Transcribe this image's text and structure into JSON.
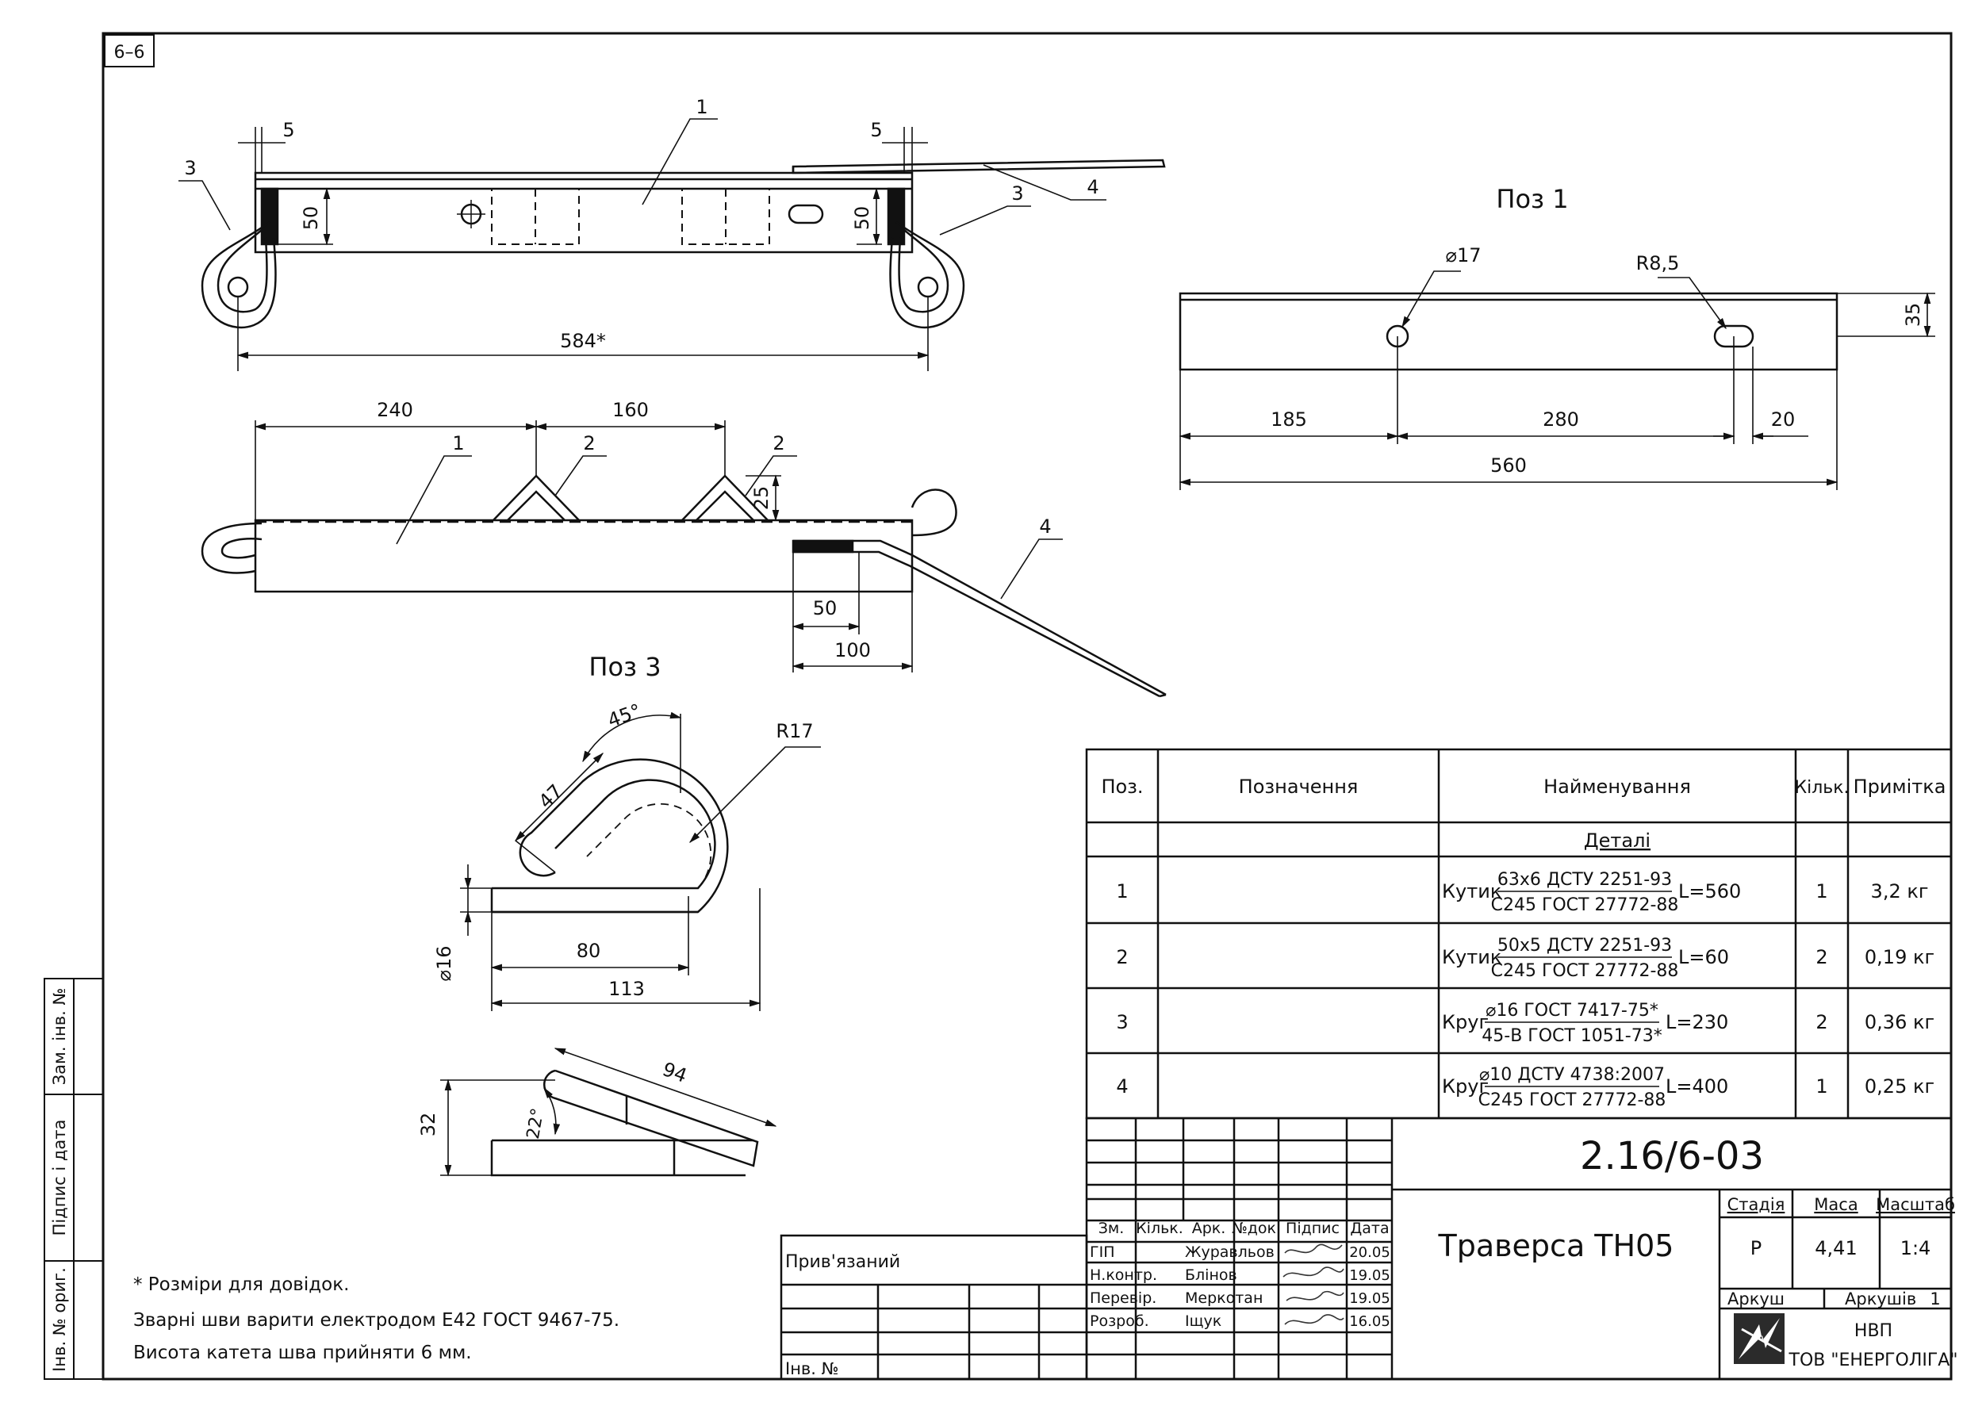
{
  "sheet_tag": "6–6",
  "drawing_number": "2.16/6-03",
  "title": "Траверса ТН05",
  "views": {
    "top": {
      "callouts": [
        "1",
        "3",
        "3",
        "4"
      ],
      "dims": {
        "left_gap": "5",
        "right_gap": "5",
        "height_left": "50",
        "height_right": "50",
        "overall": "584*"
      }
    },
    "front": {
      "callouts": [
        "1",
        "2",
        "2",
        "4"
      ],
      "dims": {
        "d240": "240",
        "d160": "160",
        "d25": "25",
        "d50": "50",
        "d100": "100"
      }
    },
    "pos1": {
      "title": "Поз 1",
      "hole_label": "⌀17",
      "slot_label": "R8,5",
      "dims": {
        "d185": "185",
        "d280": "280",
        "d20": "20",
        "d560": "560",
        "d35": "35"
      }
    },
    "pos3": {
      "title": "Поз 3",
      "angle45": "45°",
      "radius": "R17",
      "d47": "47",
      "dia": "⌀16",
      "d80": "80",
      "d113": "113",
      "d94": "94",
      "d32": "32",
      "angle22": "22°"
    }
  },
  "notes": [
    "* Розміри для довідок.",
    "Зварні шви варити електродом Е42 ГОСТ 9467-75.",
    "Висота катета шва прийняти 6 мм."
  ],
  "spec_table": {
    "headers": [
      "Поз.",
      "Позначення",
      "Найменування",
      "Кільк.",
      "Примітка"
    ],
    "section": "Деталі",
    "rows": [
      {
        "pos": "1",
        "prefix": "Кутик",
        "top": "63х6 ДСТУ 2251-93",
        "bottom": "С245 ГОСТ 27772-88",
        "len": "L=560",
        "qty": "1",
        "note": "3,2 кг"
      },
      {
        "pos": "2",
        "prefix": "Кутик",
        "top": "50х5 ДСТУ 2251-93",
        "bottom": "С245 ГОСТ 27772-88",
        "len": "L=60",
        "qty": "2",
        "note": "0,19 кг"
      },
      {
        "pos": "3",
        "prefix": "Круг",
        "top": "⌀16 ГОСТ 7417-75*",
        "bottom": "45-В ГОСТ 1051-73*",
        "len": "L=230",
        "qty": "2",
        "note": "0,36 кг"
      },
      {
        "pos": "4",
        "prefix": "Круг",
        "top": "⌀10 ДСТУ 4738:2007",
        "bottom": "С245 ГОСТ 27772-88",
        "len": "L=400",
        "qty": "1",
        "note": "0,25 кг"
      }
    ]
  },
  "title_block": {
    "change_headers": [
      "Зм.",
      "Кільк.",
      "Арк.",
      "№док.",
      "Підпис",
      "Дата"
    ],
    "roles": [
      {
        "role": "ГІП",
        "name": "Журавльов",
        "date": "20.05"
      },
      {
        "role": "Н.контр.",
        "name": "Блінов",
        "date": "19.05"
      },
      {
        "role": "Перевір.",
        "name": "Меркотан",
        "date": "19.05"
      },
      {
        "role": "Розроб.",
        "name": "Іщук",
        "date": "16.05"
      }
    ],
    "stage_label": "Стадія",
    "mass_label": "Маса",
    "scale_label": "Масштаб",
    "stage": "Р",
    "mass": "4,41",
    "scale": "1:4",
    "sheet_label": "Аркуш",
    "sheets_label": "Аркушів",
    "sheets": "1",
    "org_line1": "НВП",
    "org_line2": "ТОВ \"ЕНЕРГОЛІГА\""
  },
  "attached": {
    "label": "Прив'язаний",
    "inv_label": "Інв. №"
  },
  "side_stamp": [
    "Зам. інв. №",
    "Підпис і дата",
    "Інв. № ориг."
  ]
}
